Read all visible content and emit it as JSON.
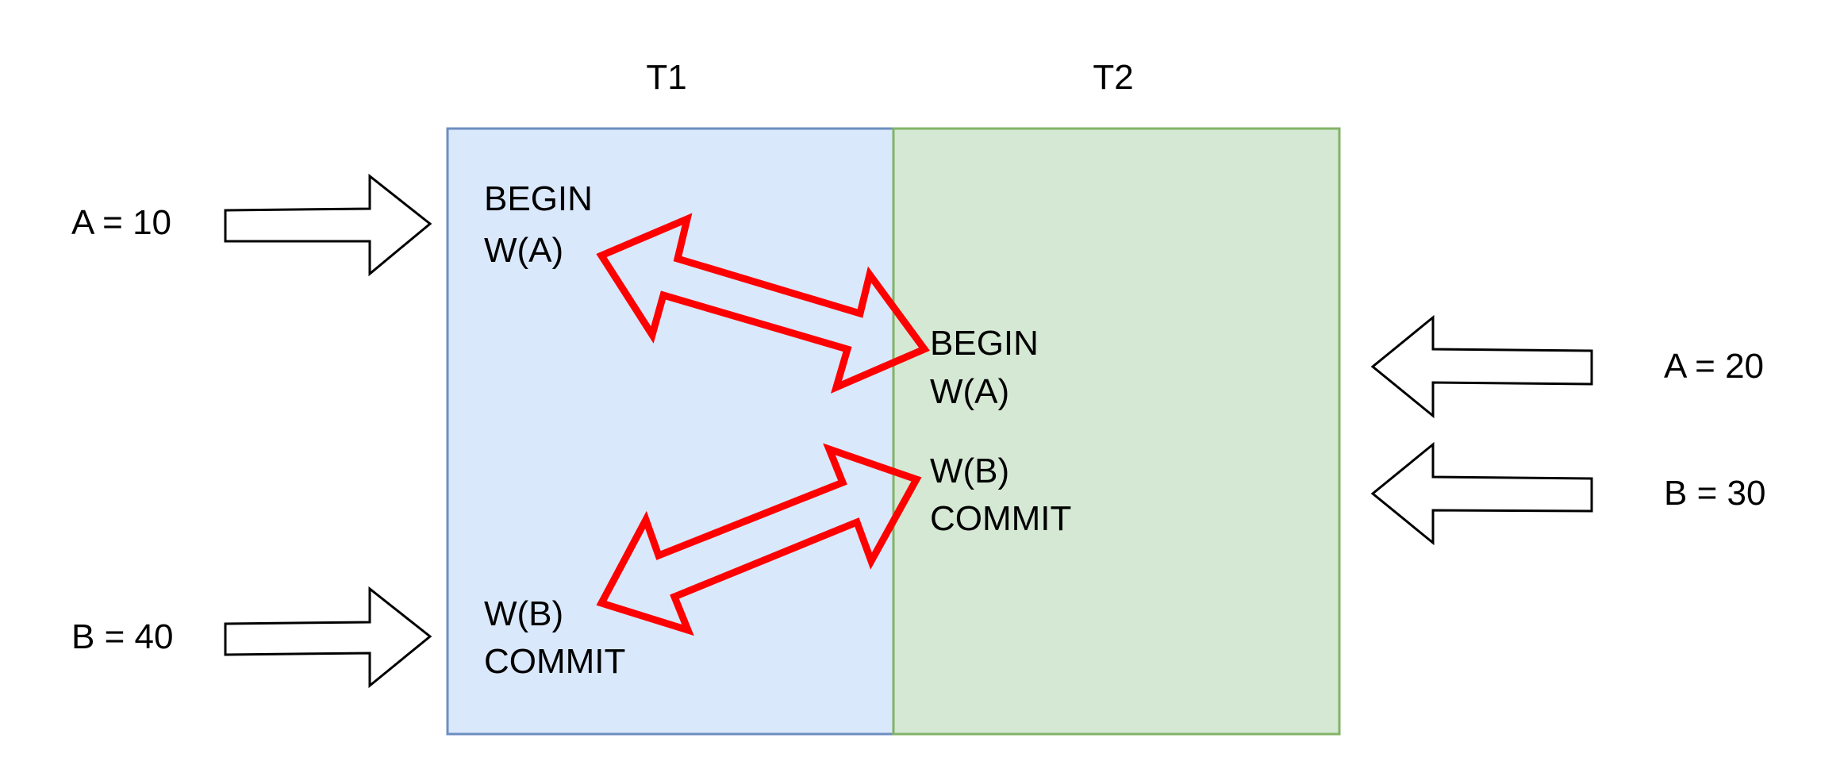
{
  "columns": {
    "t1": {
      "title": "T1",
      "fill": "#dae8fc",
      "stroke": "#6c8ebf"
    },
    "t2": {
      "title": "T2",
      "fill": "#d5e8d4",
      "stroke": "#82b366"
    }
  },
  "t1_ops": {
    "top": [
      "BEGIN",
      "W(A)"
    ],
    "bottom": [
      "W(B)",
      "COMMIT"
    ]
  },
  "t2_ops": {
    "top": [
      "BEGIN",
      "W(A)"
    ],
    "middle": [
      "W(B)",
      "COMMIT"
    ]
  },
  "inputs": {
    "a10": "A = 10",
    "b40": "B = 40",
    "a20": "A = 20",
    "b30": "B = 30"
  },
  "colors": {
    "conflict_arrow": "#ff0000",
    "input_arrow_stroke": "#000000",
    "input_arrow_fill": "#ffffff"
  }
}
